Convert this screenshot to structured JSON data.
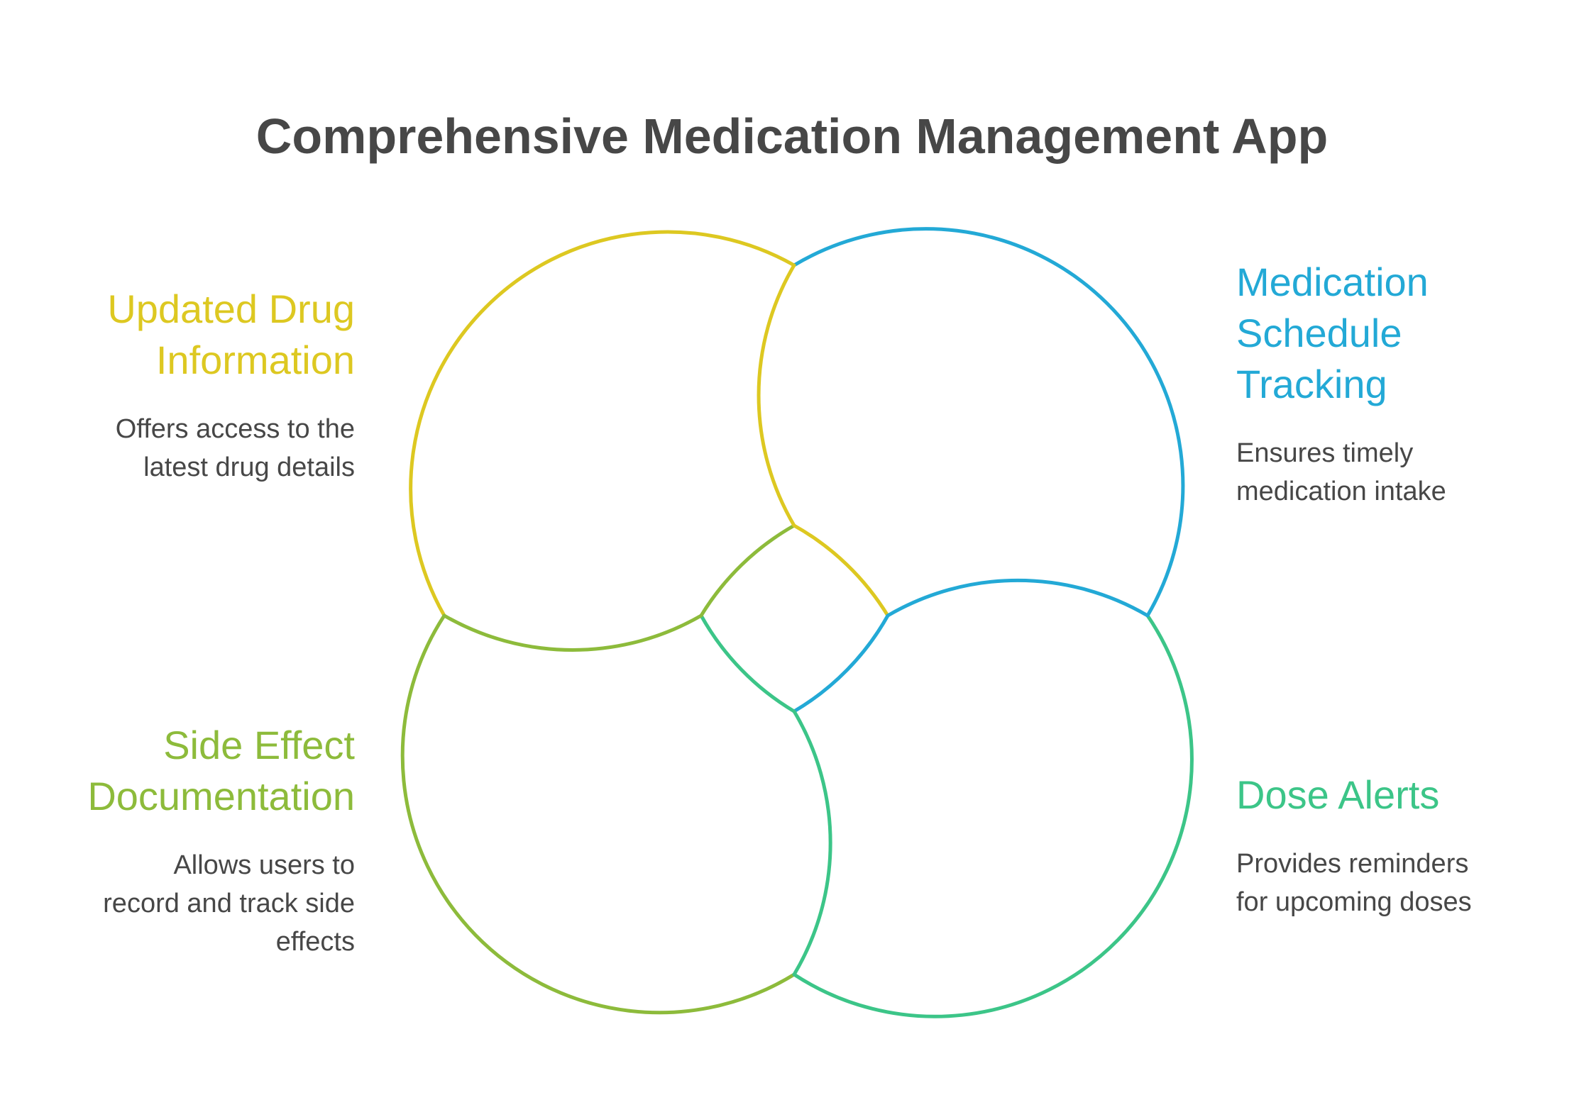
{
  "title": "Comprehensive Medication Management App",
  "colors": {
    "yellow": "#DDC821",
    "blue": "#23A9D6",
    "olive_green": "#8DBB3B",
    "teal_green": "#3CC588",
    "text": "#474747"
  },
  "items": {
    "updated_drug": {
      "heading": "Updated Drug\nInformation",
      "description": "Offers access to the\nlatest drug details"
    },
    "schedule": {
      "heading": "Medication\nSchedule\nTracking",
      "description": "Ensures timely\nmedication intake"
    },
    "side_effect": {
      "heading": "Side Effect\nDocumentation",
      "description": "Allows users to\nrecord and track side\neffects"
    },
    "dose_alerts": {
      "heading": "Dose Alerts",
      "description": "Provides reminders\nfor upcoming doses"
    }
  }
}
